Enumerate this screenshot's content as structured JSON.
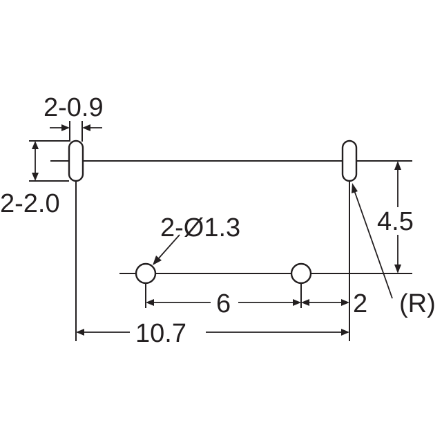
{
  "labels": {
    "slot_width": "2-0.9",
    "slot_length": "2-2.0",
    "hole_diameter": "2-Ø1.3",
    "vertical_offset": "4.5",
    "hole_spacing": "6",
    "edge_offset": "2",
    "overall_span": "10.7",
    "reference": "(R)"
  },
  "colors": {
    "ink": "#231f20",
    "background": "#ffffff"
  }
}
